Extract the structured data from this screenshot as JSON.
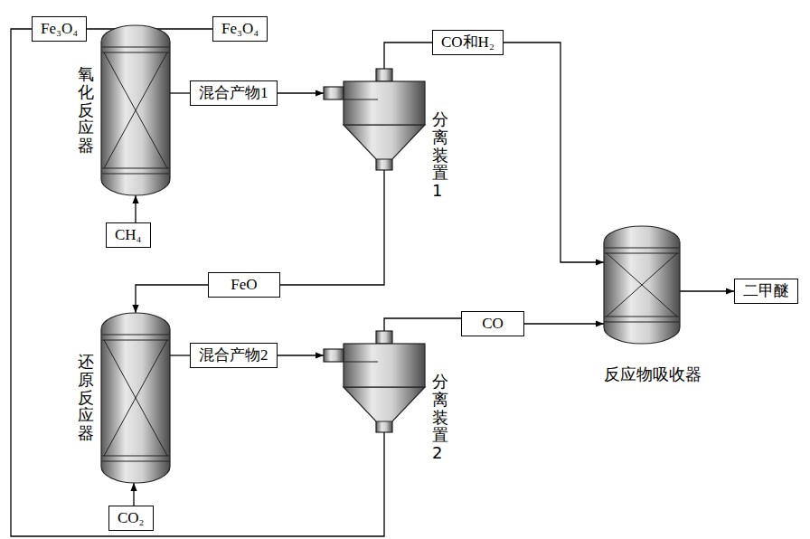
{
  "diagram": {
    "nodes": [
      {
        "text": [
          "Fe₃O₄"
        ]
      },
      {
        "text": [
          "Fe₃O₄"
        ]
      },
      {
        "text": [
          "氧化反应器"
        ]
      },
      {
        "text": [
          "混合产物1"
        ]
      },
      {
        "text": [
          "CO和H₂"
        ]
      },
      {
        "text": [
          "分离装置1"
        ]
      },
      {
        "text": [
          "CH₄"
        ]
      },
      {
        "text": [
          "FeO"
        ]
      },
      {
        "text": [
          "反应物吸收器"
        ]
      },
      {
        "text": [
          "二甲醚"
        ]
      },
      {
        "text": [
          "CO"
        ]
      },
      {
        "text": [
          "还原反应器"
        ]
      },
      {
        "text": [
          "混合产物2"
        ]
      },
      {
        "text": [
          "分离装置2"
        ]
      },
      {
        "text": [
          "CO₂"
        ]
      }
    ],
    "edges": [
      {
        "from": 13,
        "to": 0,
        "arrow": "none"
      },
      {
        "from": 0,
        "to": 2,
        "arrow": "to"
      },
      {
        "from": 1,
        "to": 2,
        "arrow": "to"
      },
      {
        "from": 6,
        "to": 2,
        "arrow": "to"
      },
      {
        "from": 2,
        "to": 3,
        "arrow": "none"
      },
      {
        "from": 3,
        "to": 5,
        "arrow": "to"
      },
      {
        "from": 5,
        "to": 4,
        "arrow": "none"
      },
      {
        "from": 4,
        "to": 8,
        "arrow": "to"
      },
      {
        "from": 5,
        "to": 7,
        "arrow": "none"
      },
      {
        "from": 7,
        "to": 11,
        "arrow": "to"
      },
      {
        "from": 14,
        "to": 11,
        "arrow": "to"
      },
      {
        "from": 11,
        "to": 12,
        "arrow": "none"
      },
      {
        "from": 12,
        "to": 13,
        "arrow": "to"
      },
      {
        "from": 13,
        "to": 10,
        "arrow": "none"
      },
      {
        "from": 10,
        "to": 8,
        "arrow": "to"
      },
      {
        "from": 8,
        "to": 9,
        "arrow": "to"
      }
    ]
  }
}
